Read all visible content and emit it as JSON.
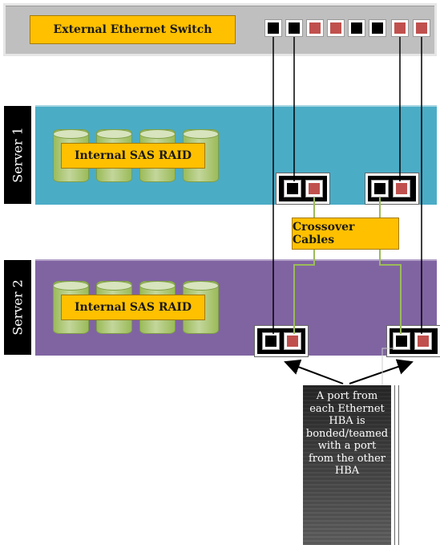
{
  "switch": {
    "label": "External Ethernet Switch",
    "ports": [
      "black",
      "black",
      "red",
      "red",
      "black",
      "black",
      "red",
      "red"
    ]
  },
  "servers": [
    {
      "label": "Server 1",
      "raid_label": "Internal SAS RAID"
    },
    {
      "label": "Server 2",
      "raid_label": "Internal SAS RAID"
    }
  ],
  "crossover_label": "Crossover Cables",
  "note": "A port from each Ethernet HBA is bonded/teamed with a port from the other HBA",
  "colors": {
    "switch_bg": "#bfbfbf",
    "server1_bg": "#4bacc6",
    "server2_bg": "#8064a2",
    "label_fill": "#ffc000",
    "port_red": "#c0504d",
    "cable_green": "#9bbb59",
    "disk_green": "#9bbb59"
  }
}
